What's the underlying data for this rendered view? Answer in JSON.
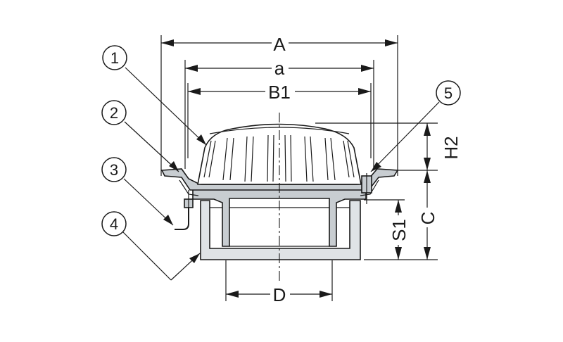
{
  "dimensions": {
    "A": "A",
    "a": "a",
    "B1": "B1",
    "D": "D",
    "H2": "H2",
    "C": "C",
    "S1": "S1"
  },
  "callouts": [
    "1",
    "2",
    "3",
    "4",
    "5"
  ],
  "colors": {
    "line": "#1a1a1a",
    "body_fill": "#c8cdd1",
    "body_light": "#dfe3e6",
    "background": "#ffffff"
  }
}
